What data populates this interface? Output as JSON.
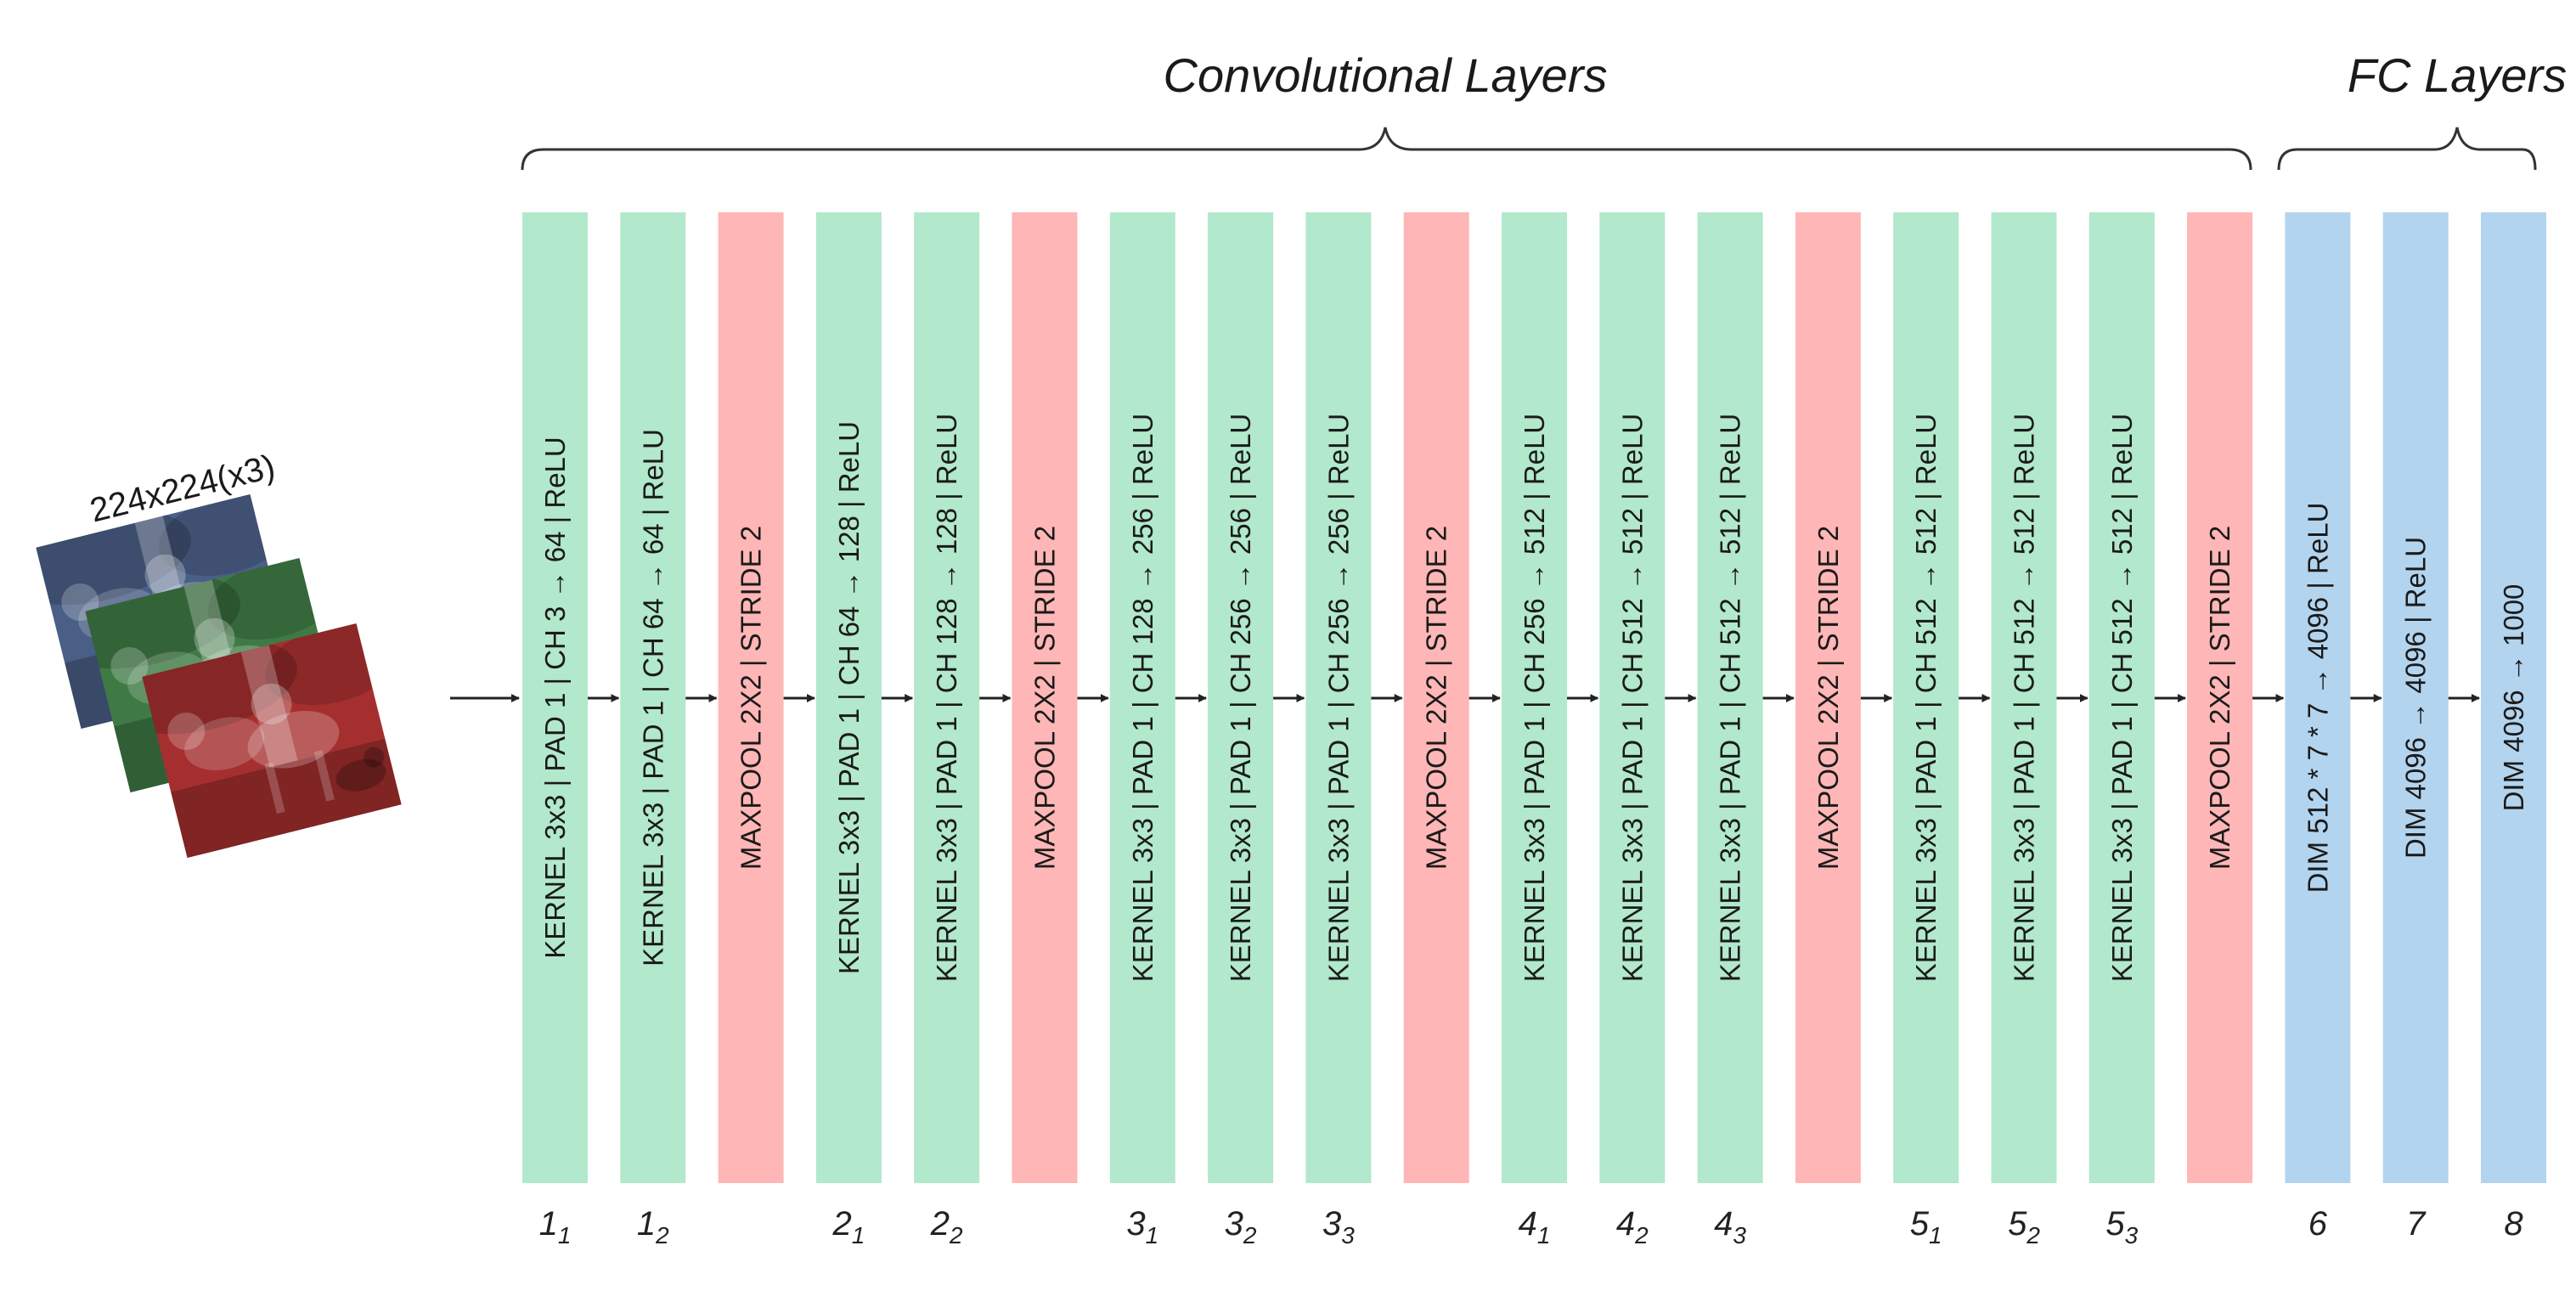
{
  "colors": {
    "conv": "#b2e8cb",
    "pool": "#ffb6b6",
    "fc": "#b3d4ee",
    "line": "#333333",
    "text": "#1a1a1a"
  },
  "sections": {
    "conv": "Convolutional Layers",
    "fc": "FC Layers"
  },
  "input": {
    "label": "224x224(x3)",
    "channels": [
      "blue",
      "green",
      "red"
    ],
    "channel_colors": [
      "#4a5f86",
      "#3f7a45",
      "#a52f2f"
    ]
  },
  "layers": [
    {
      "type": "conv",
      "label": "KERNEL 3x3 | PAD 1 | CH  3 → 64 | ReLU",
      "index": "1",
      "sub": "1"
    },
    {
      "type": "conv",
      "label": "KERNEL 3x3 | PAD 1 | CH  64 → 64 | ReLU",
      "index": "1",
      "sub": "2"
    },
    {
      "type": "pool",
      "label": "MAXPOOL 2X2 | STRIDE 2",
      "index": "",
      "sub": ""
    },
    {
      "type": "conv",
      "label": "KERNEL 3x3 | PAD 1 | CH  64 → 128 | ReLU",
      "index": "2",
      "sub": "1"
    },
    {
      "type": "conv",
      "label": "KERNEL 3x3 | PAD 1 | CH  128 → 128 | ReLU",
      "index": "2",
      "sub": "2"
    },
    {
      "type": "pool",
      "label": "MAXPOOL 2X2 | STRIDE 2",
      "index": "",
      "sub": ""
    },
    {
      "type": "conv",
      "label": "KERNEL 3x3 | PAD 1 | CH  128 → 256 | ReLU",
      "index": "3",
      "sub": "1"
    },
    {
      "type": "conv",
      "label": "KERNEL 3x3 | PAD 1 | CH  256 → 256 | ReLU",
      "index": "3",
      "sub": "2"
    },
    {
      "type": "conv",
      "label": "KERNEL 3x3 | PAD 1 | CH  256 → 256 | ReLU",
      "index": "3",
      "sub": "3"
    },
    {
      "type": "pool",
      "label": "MAXPOOL 2X2 | STRIDE 2",
      "index": "",
      "sub": ""
    },
    {
      "type": "conv",
      "label": "KERNEL 3x3 | PAD 1 | CH  256 → 512 | ReLU",
      "index": "4",
      "sub": "1"
    },
    {
      "type": "conv",
      "label": "KERNEL 3x3 | PAD 1 | CH  512 → 512 | ReLU",
      "index": "4",
      "sub": "2"
    },
    {
      "type": "conv",
      "label": "KERNEL 3x3 | PAD 1 | CH  512 → 512 | ReLU",
      "index": "4",
      "sub": "3"
    },
    {
      "type": "pool",
      "label": "MAXPOOL 2X2 | STRIDE 2",
      "index": "",
      "sub": ""
    },
    {
      "type": "conv",
      "label": "KERNEL 3x3 | PAD 1 | CH  512 → 512 | ReLU",
      "index": "5",
      "sub": "1"
    },
    {
      "type": "conv",
      "label": "KERNEL 3x3 | PAD 1 | CH  512 → 512 | ReLU",
      "index": "5",
      "sub": "2"
    },
    {
      "type": "conv",
      "label": "KERNEL 3x3 | PAD 1 | CH  512 → 512 | ReLU",
      "index": "5",
      "sub": "3"
    },
    {
      "type": "pool",
      "label": "MAXPOOL 2X2 | STRIDE 2",
      "index": "",
      "sub": ""
    },
    {
      "type": "fc",
      "label": "DIM 512 * 7 * 7 → 4096 | ReLU",
      "index": "6",
      "sub": ""
    },
    {
      "type": "fc",
      "label": "DIM 4096 → 4096 | ReLU",
      "index": "7",
      "sub": ""
    },
    {
      "type": "fc",
      "label": "DIM 4096 → 1000",
      "index": "8",
      "sub": ""
    }
  ]
}
